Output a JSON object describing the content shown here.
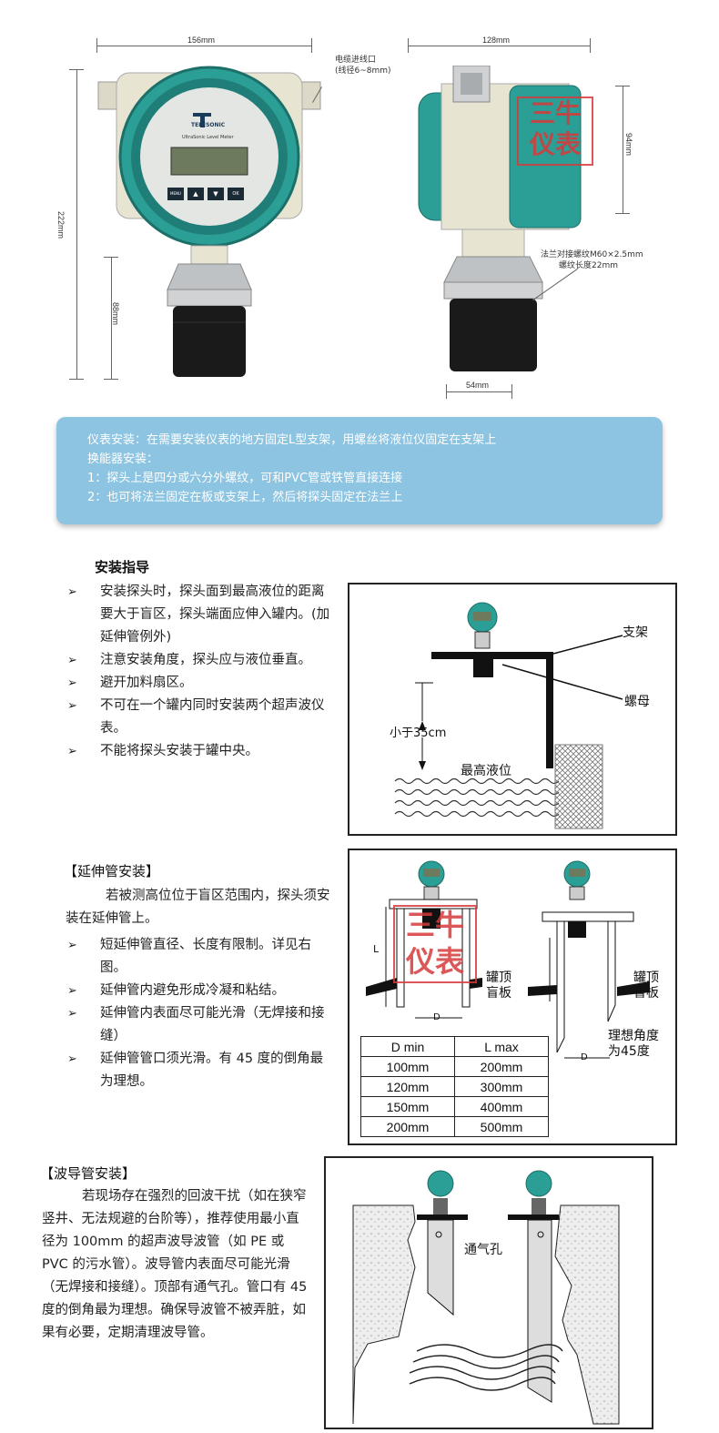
{
  "product": {
    "brand": "TELESONIC",
    "display_caption": "UltraSonic Level Meter",
    "keypad": [
      "MENU",
      "▲",
      "▼",
      "OK"
    ],
    "dimensions": {
      "width_front": "156mm",
      "height_total": "222mm",
      "height_probe": "88mm",
      "width_side": "128mm",
      "height_head": "94mm",
      "width_probe": "54mm"
    },
    "cable_note_line1": "电缆进线口",
    "cable_note_line2": "(线径6~8mm)",
    "flange_note_line1": "法兰对接螺纹M60×2.5mm",
    "flange_note_line2": "螺纹长度22mm"
  },
  "stamp": {
    "line1": "三牛",
    "line2": "仪表"
  },
  "info": {
    "line1": "仪表安装：在需要安装仪表的地方固定L型支架，用螺丝将液位仪固定在支架上",
    "line2": "换能器安装：",
    "line3": "1：探头上是四分或六分外螺纹，可和PVC管或铁管直接连接",
    "line4": "2：也可将法兰固定在板或支架上，然后将探头固定在法兰上"
  },
  "guide": {
    "title": "安装指导",
    "bullets": [
      "安装探头时，探头面到最高液位的距离要大于盲区，探头端面应伸入罐内。(加延伸管例外)",
      "注意安装角度，探头应与液位垂直。",
      "避开加料扇区。",
      "不可在一个罐内同时安装两个超声波仪表。",
      "不能将探头安装于罐中央。"
    ],
    "diagram": {
      "bracket_label": "支架",
      "nut_label": "螺母",
      "distance_label": "小于35cm",
      "level_label": "最高液位"
    }
  },
  "extension": {
    "title": "【延伸管安装】",
    "intro": "若被测高位位于盲区范围内，探头须安装在延伸管上。",
    "bullets": [
      "短延伸管直径、长度有限制。详见右图。",
      "延伸管内避免形成冷凝和粘结。",
      "延伸管内表面尽可能光滑（无焊接和接缝）",
      "延伸管管口须光滑。有 45 度的倒角最为理想。"
    ],
    "diagram": {
      "top_plate_label": "罐顶\n盲板",
      "top_plate_label2": "罐顶\n盲板",
      "angle_label": "理想角度\n为45度",
      "L_label": "L",
      "D_label": "D"
    },
    "table": {
      "headers": [
        "D min",
        "L max"
      ],
      "rows": [
        [
          "100mm",
          "200mm"
        ],
        [
          "120mm",
          "300mm"
        ],
        [
          "150mm",
          "400mm"
        ],
        [
          "200mm",
          "500mm"
        ]
      ]
    }
  },
  "waveguide": {
    "title": "【波导管安装】",
    "text": "若现场存在强烈的回波干扰（如在狭窄竖井、无法规避的台阶等），推荐使用最小直径为 100mm 的超声波导波管（如 PE 或 PVC 的污水管）。波导管内表面尽可能光滑（无焊接和接缝）。顶部有通气孔。管口有 45 度的倒角最为理想。确保导波管不被弄脏，如果有必要，定期清理波导管。",
    "vent_label": "通气孔"
  },
  "colors": {
    "teal": "#2b9e96",
    "info_bg": "#8cc4e2",
    "stamp_red": "#d63b3b"
  }
}
